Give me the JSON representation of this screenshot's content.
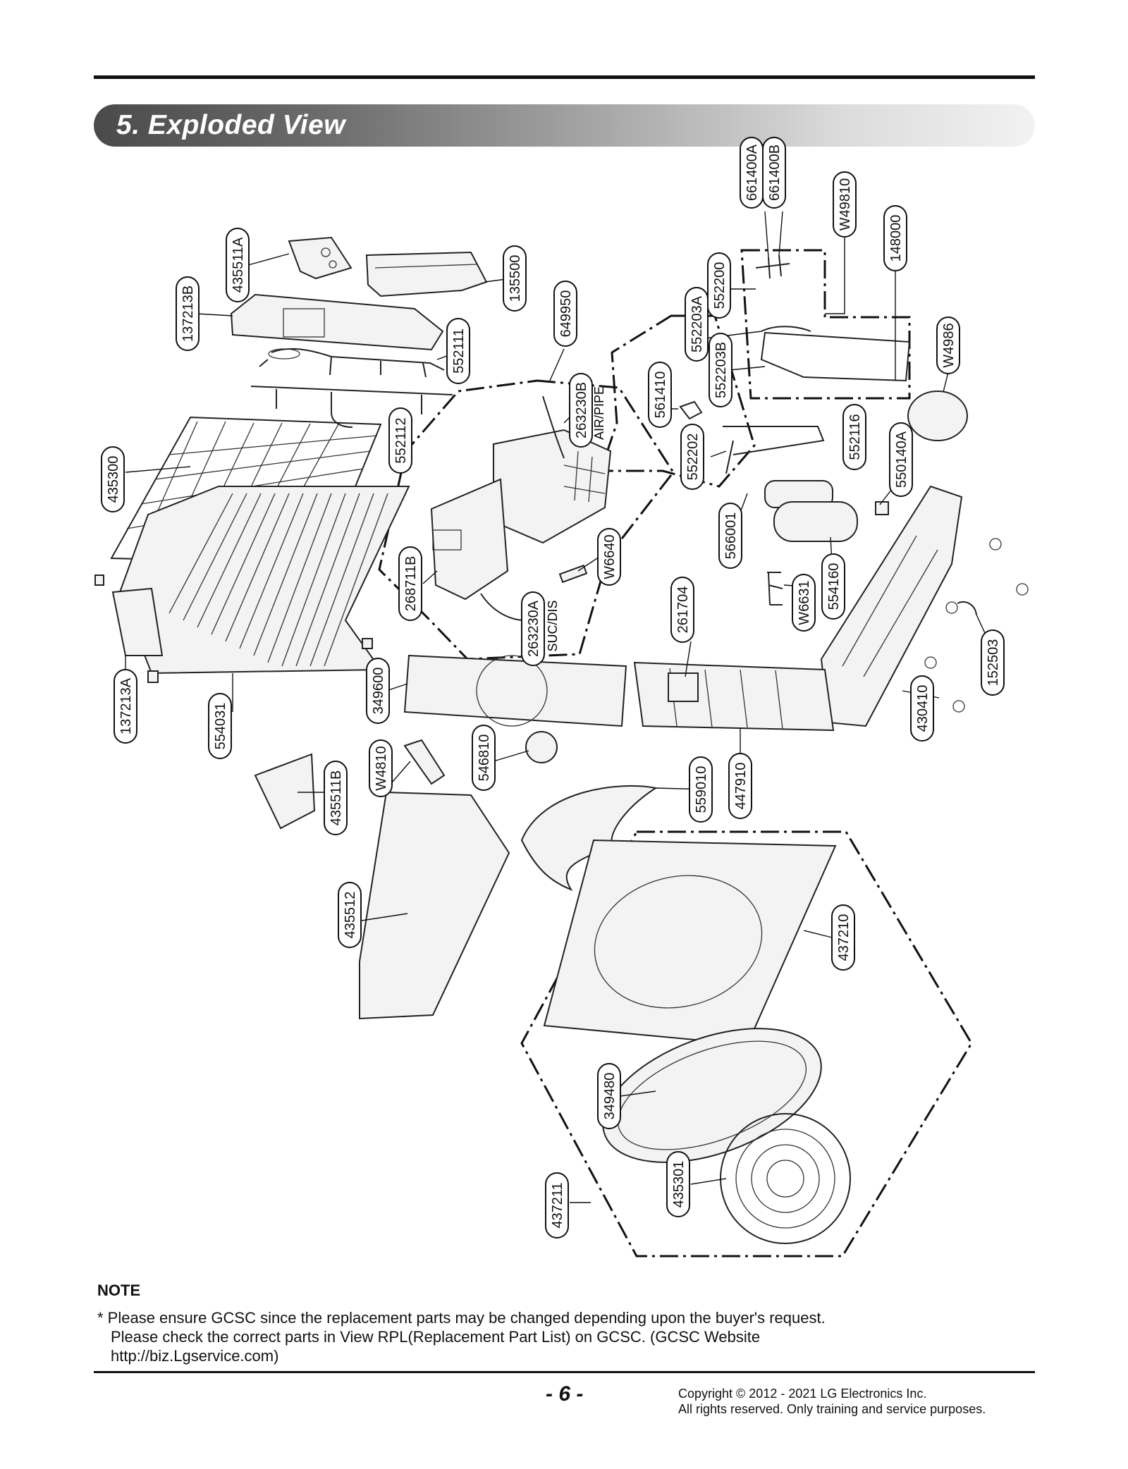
{
  "header": {
    "title": "5. Exploded View"
  },
  "diagram": {
    "part_labels": [
      "661400A",
      "661400B",
      "W49810",
      "148000",
      "552200",
      "552203A",
      "552203B",
      "W4986",
      "435511A",
      "135500",
      "137213B",
      "649950",
      "552111",
      "263230B",
      "AIR/PIPE",
      "561410",
      "552112",
      "435300",
      "552202",
      "552116",
      "550140A",
      "566001",
      "W6640",
      "268711B",
      "263230A",
      "SUC/DIS",
      "261704",
      "W6631",
      "554160",
      "152503",
      "137213A",
      "554031",
      "349600",
      "430410",
      "W4810",
      "546810",
      "435511B",
      "559010",
      "447910",
      "435512",
      "437210",
      "349480",
      "437211",
      "435301"
    ]
  },
  "note": {
    "title": "NOTE",
    "line1": "* Please ensure GCSC since the replacement parts may be changed depending upon the buyer's request.",
    "line2": "Please check the correct parts in View RPL(Replacement Part List) on GCSC. (GCSC Website",
    "line3": "http://biz.Lgservice.com)"
  },
  "footer": {
    "page_number": "- 6 -",
    "copyright_line1": "Copyright © 2012 - 2021 LG Electronics Inc.",
    "copyright_line2": "All rights reserved. Only training and service purposes."
  }
}
